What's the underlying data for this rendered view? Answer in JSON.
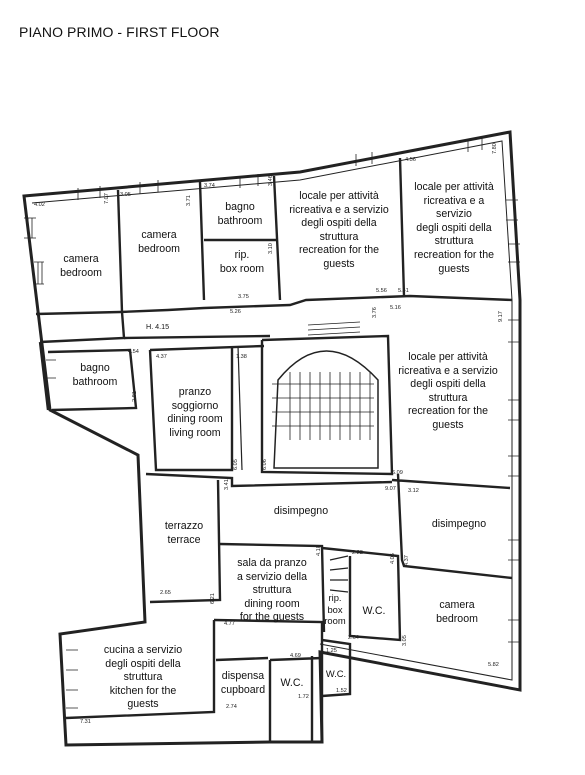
{
  "title": "PIANO PRIMO - FIRST FLOOR",
  "rooms": {
    "camera_1": [
      "camera",
      "bedroom"
    ],
    "camera_2": [
      "camera",
      "bedroom"
    ],
    "bagno_top": [
      "bagno",
      "bathroom"
    ],
    "rip_top": [
      "rip.",
      "box room"
    ],
    "locale_1": [
      "locale per attività",
      "ricreativa e a servizio",
      "degli ospiti della",
      "struttura",
      "recreation for the",
      "guests"
    ],
    "locale_2": [
      "locale per attività",
      "ricreativa e a",
      "servizio",
      "degli ospiti della",
      "struttura",
      "recreation for the",
      "guests"
    ],
    "locale_3": [
      "locale per attività",
      "ricreativa e a servizio",
      "degli ospiti della",
      "struttura",
      "recreation for the",
      "guests"
    ],
    "bagno_left": [
      "bagno",
      "bathroom"
    ],
    "pranzo": [
      "pranzo",
      "soggiorno",
      "dining room",
      "living room"
    ],
    "disimpegno_1": [
      "disimpegno"
    ],
    "disimpegno_2": [
      "disimpegno"
    ],
    "terrazzo": [
      "terrazzo",
      "terrace"
    ],
    "sala_pranzo": [
      "sala da pranzo",
      "a servizio della",
      "struttura",
      "dining room",
      "for the guests"
    ],
    "rip_box": [
      "rip.",
      "box",
      "room"
    ],
    "wc_1": [
      "W.C."
    ],
    "camera_3": [
      "camera",
      "bedroom"
    ],
    "cucina": [
      "cucina a servizio",
      "degli ospiti della",
      "struttura",
      "kitchen for the",
      "guests"
    ],
    "dispensa": [
      "dispensa",
      "cupboard"
    ],
    "wc_2": [
      "W.C."
    ],
    "wc_3": [
      "W.C."
    ]
  },
  "height_tag": "H. 4.15",
  "dimensions": {
    "d1": "4.02",
    "d2": "7.07",
    "d3": "3.05",
    "d4": "3.71",
    "d5": "3.74",
    "d6": "3.46",
    "d7": "4.56",
    "d8": "7.80",
    "d9": "3.10",
    "d10": "3.75",
    "d11": "5.26",
    "d12": "5.56",
    "d13": "5.41",
    "d14": "3.76",
    "d15": "5.16",
    "d16": "9.17",
    "d17": "4.54",
    "d18": "2.81",
    "d19": "4.37",
    "d20": "1.38",
    "d21": "6.05",
    "d22": "6.06",
    "d23": "6.09",
    "d24": "3.41",
    "d25": "9.07",
    "d26": "3.12",
    "d27": "2.65",
    "d28": "4.18",
    "d29": "2.22",
    "d30": "4.05",
    "d31": "4.37",
    "d32": "6.21",
    "d33": "4.77",
    "d34": "2.64",
    "d35": "3.05",
    "d36": "4.69",
    "d37": "1.25",
    "d38": "1.52",
    "d39": "1.72",
    "d40": "2.74",
    "d41": "5.82",
    "d42": "7.31"
  }
}
